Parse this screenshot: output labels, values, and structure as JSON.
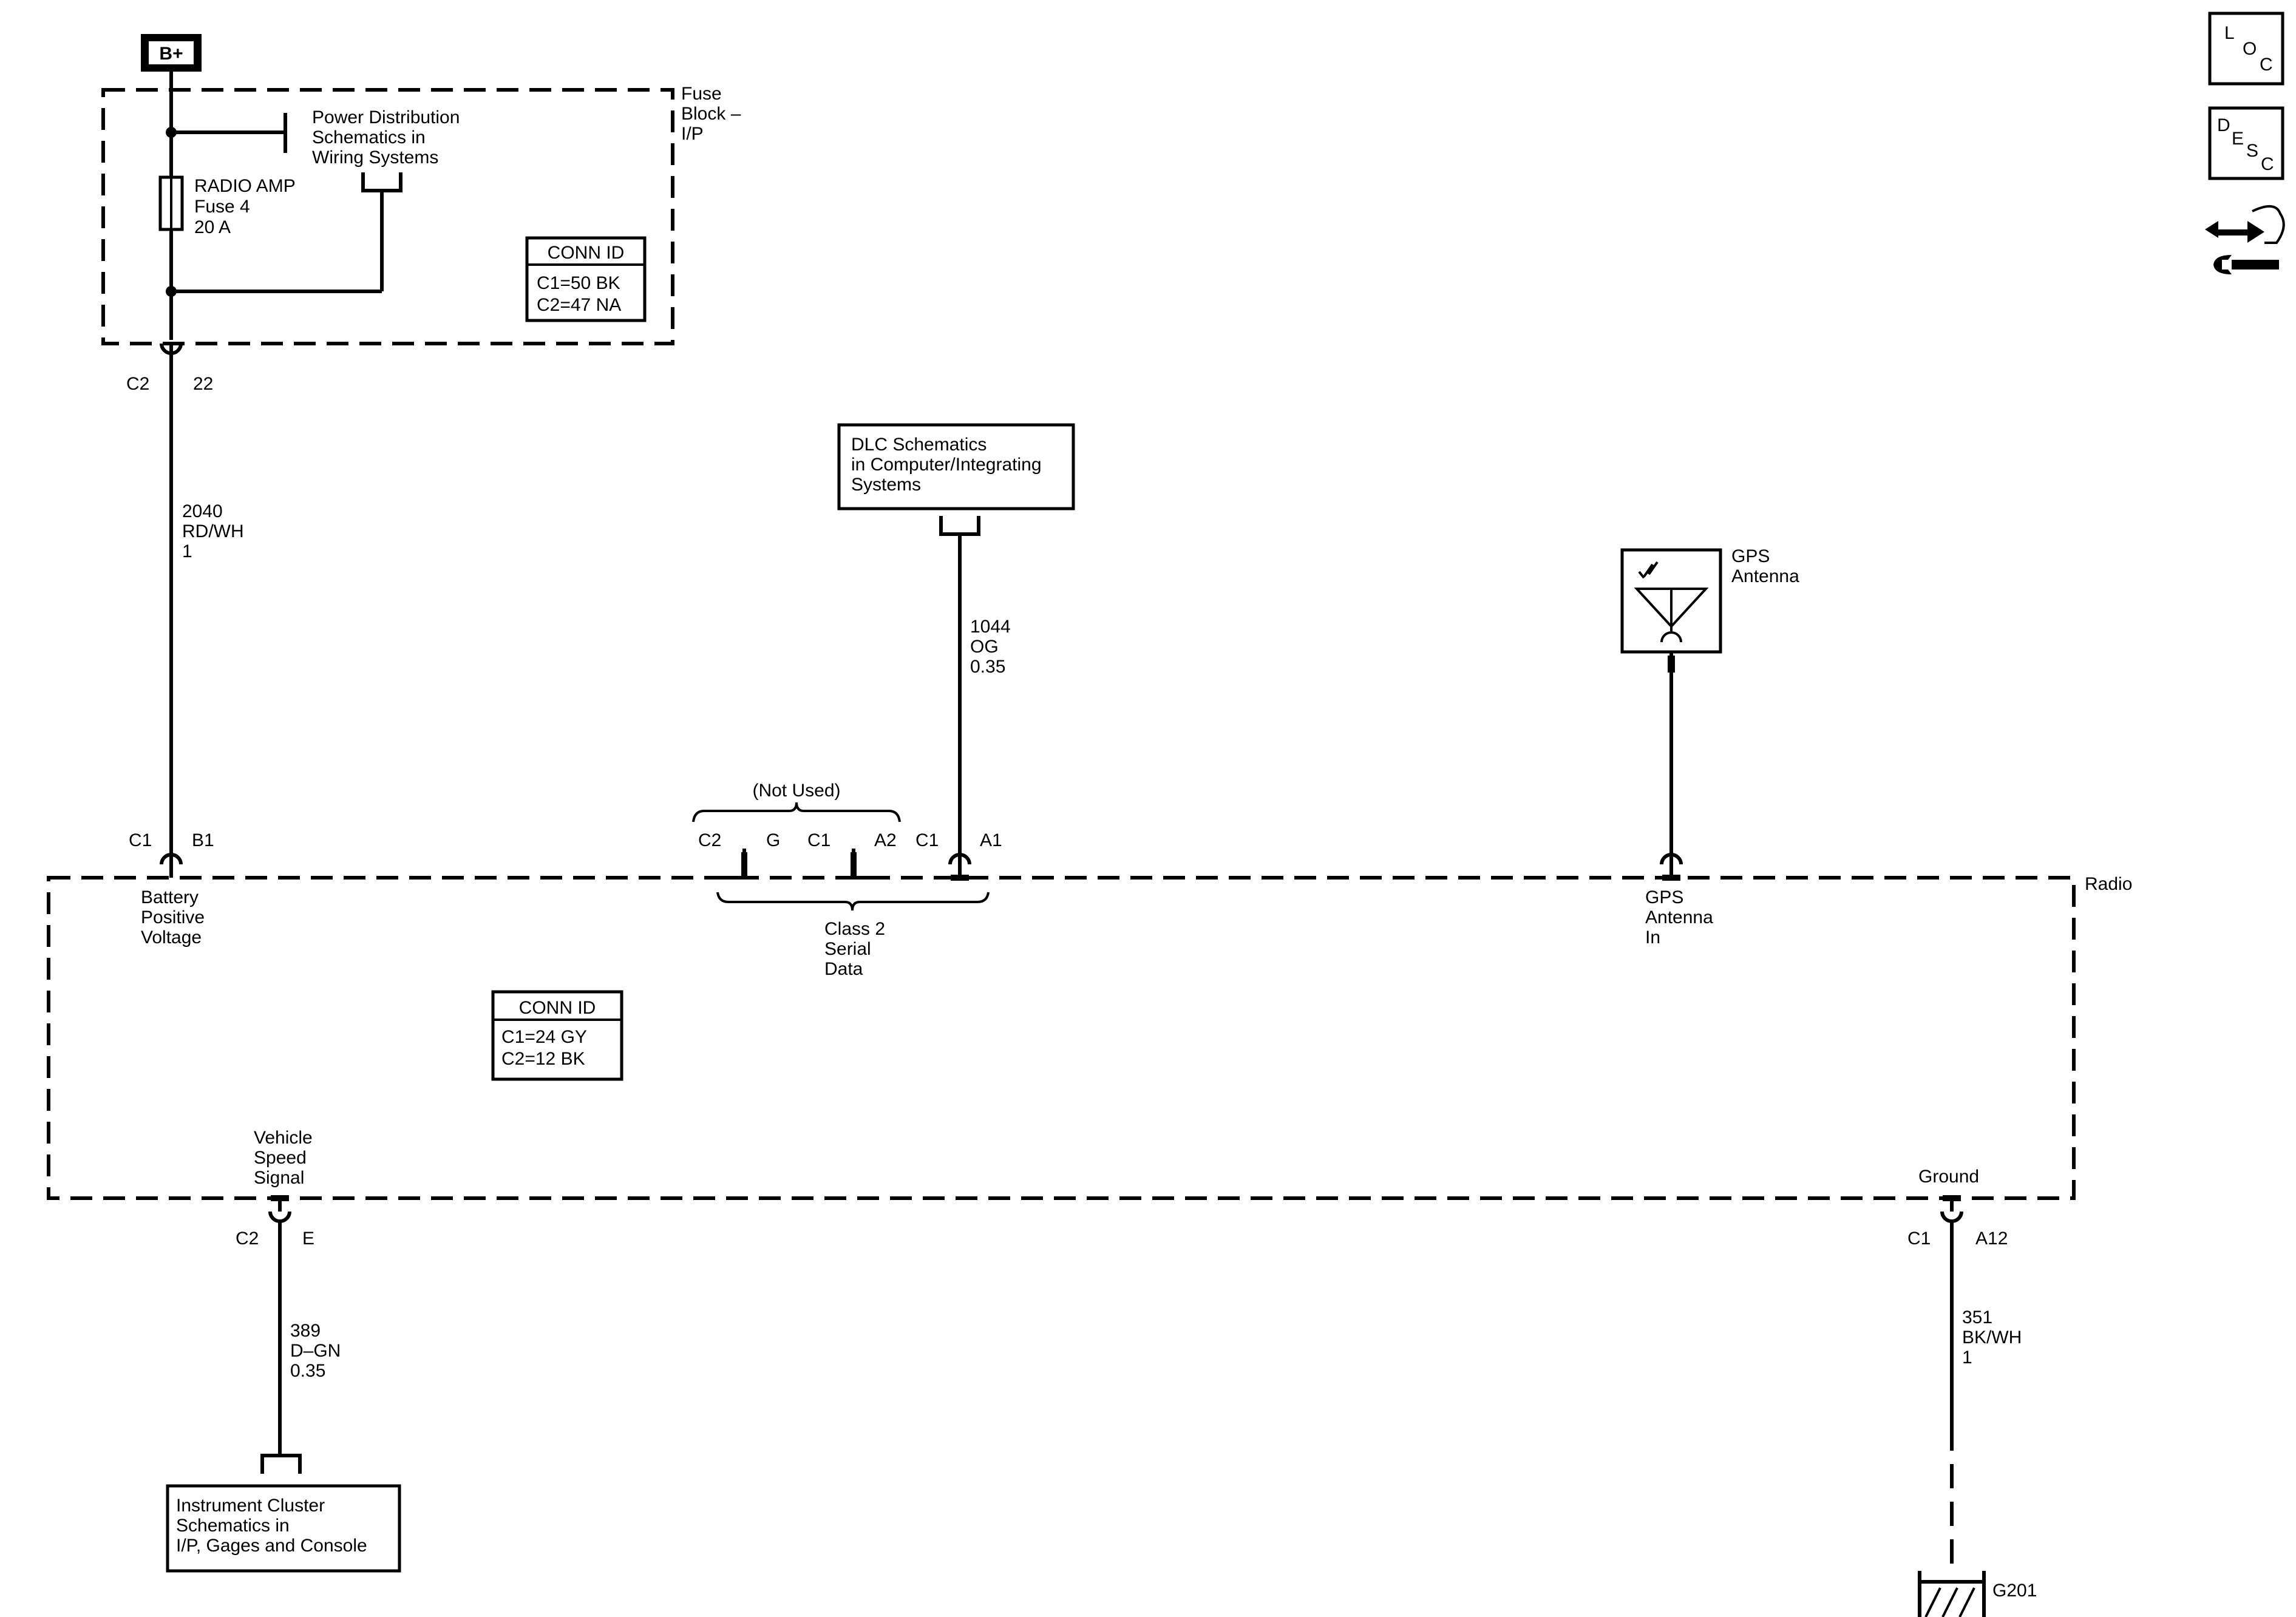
{
  "battery": {
    "label": "B+"
  },
  "fuse_block": {
    "title_lines": [
      "Fuse",
      "Block –",
      "I/P"
    ],
    "fuse_lines": [
      "RADIO AMP",
      "Fuse 4",
      "20 A"
    ],
    "power_dist_lines": [
      "Power Distribution",
      "Schematics in",
      "Wiring Systems"
    ],
    "conn_id": {
      "header": "CONN ID",
      "lines": [
        "C1=50 BK",
        "C2=47 NA"
      ]
    },
    "out_connector": "C2",
    "out_pin": "22"
  },
  "wires": {
    "battery_feed": [
      "2040",
      "RD/WH",
      "1"
    ],
    "serial_data": [
      "1044",
      "OG",
      "0.35"
    ],
    "vss": [
      "389",
      "D–GN",
      "0.35"
    ],
    "ground": [
      "351",
      "BK/WH",
      "1"
    ]
  },
  "dlc_box": {
    "lines": [
      "DLC Schematics",
      "in Computer/Integrating",
      "Systems"
    ]
  },
  "gps_antenna": {
    "lines": [
      "GPS",
      "Antenna"
    ]
  },
  "radio": {
    "title": "Radio",
    "conn_id": {
      "header": "CONN ID",
      "lines": [
        "C1=24 GY",
        "C2=12 BK"
      ]
    },
    "battery_pin": {
      "connector": "C1",
      "pin": "B1",
      "lines": [
        "Battery",
        "Positive",
        "Voltage"
      ]
    },
    "not_used": "(Not Used)",
    "class2_pins": {
      "c2": "C2",
      "g": "G",
      "c1": "C1",
      "a2": "A2",
      "c1b": "C1",
      "a1": "A1"
    },
    "class2_label_lines": [
      "Class 2",
      "Serial",
      "Data"
    ],
    "gps_in_lines": [
      "GPS",
      "Antenna",
      "In"
    ],
    "vss_lines": [
      "Vehicle",
      "Speed",
      "Signal"
    ],
    "vss_pin": {
      "connector": "C2",
      "pin": "E"
    },
    "ground_label": "Ground",
    "ground_pin": {
      "connector": "C1",
      "pin": "A12"
    }
  },
  "instrument_box": {
    "lines": [
      "Instrument Cluster",
      "Schematics in",
      "I/P, Gages and Console"
    ]
  },
  "ground_ref": "G201",
  "side_icons": {
    "loc": {
      "letters": [
        "L",
        "O",
        "C"
      ],
      "icon": "location-icon"
    },
    "desc": {
      "letters": [
        "D",
        "E",
        "S",
        "C"
      ],
      "icon": "description-icon"
    },
    "repair": {
      "icon": "repair-icon"
    }
  }
}
